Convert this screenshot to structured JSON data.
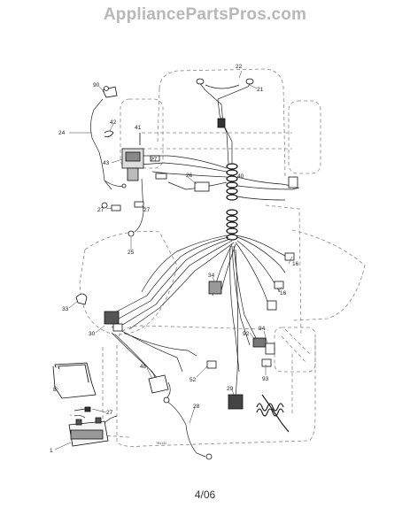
{
  "watermark": "AppliancePartsPros.com",
  "page_number": "4/06",
  "figure_code": "ТВ1132",
  "callouts": {
    "c1": "1",
    "c8": "8",
    "c16a": "16",
    "c16b": "16",
    "c21": "21",
    "c22": "22",
    "c24": "24",
    "c25": "25",
    "c26": "26",
    "c27a": "27",
    "c27b": "27",
    "c27c": "27",
    "c27d": "27",
    "c28": "28",
    "c29": "29",
    "c30": "30",
    "c33": "33",
    "c34": "34",
    "c40": "40",
    "c41": "41",
    "c42": "42",
    "c43": "43",
    "c48": "48",
    "c52": "52",
    "c90": "90",
    "c92": "92",
    "c93": "93",
    "c94": "94"
  }
}
